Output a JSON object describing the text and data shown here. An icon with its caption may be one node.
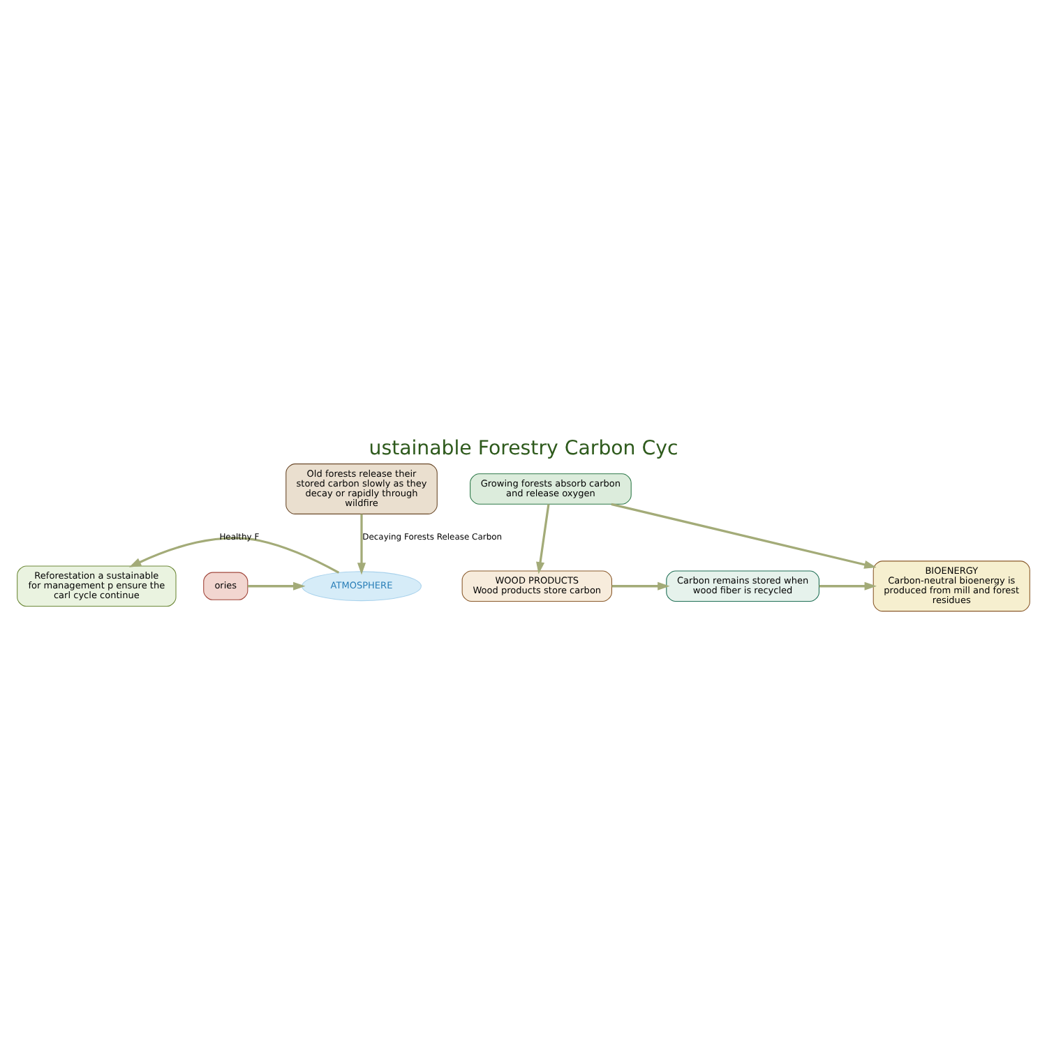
{
  "diagram": {
    "title": "ustainable Forestry Carbon Cyc",
    "nodes": [
      {
        "text": [
          "ATMOSPHERE"
        ]
      },
      {
        "text": [
          "WOOD PRODUCTS",
          "Wood products store carbon"
        ]
      },
      {
        "text": [
          "Carbon remains stored when wood fiber is recycled"
        ]
      },
      {
        "text": [
          "BIOENERGY",
          "Carbon-neutral bioenergy is produced from mill and forest residues"
        ]
      },
      {
        "text": [
          "ories"
        ]
      },
      {
        "text": [
          "Old forests release their stored carbon slowly as they decay or rapidly through wildfire"
        ]
      },
      {
        "text": [
          "Growing forests absorb carbon and release oxygen"
        ]
      },
      {
        "text": [
          "Reforestation a sustainable for management p ensure the carl cycle continue"
        ]
      }
    ],
    "edges": [
      {
        "from": 4,
        "to": 0,
        "arrow": "to"
      },
      {
        "from": 5,
        "to": 0,
        "arrow": "to",
        "label": "Decaying Forests Release Carbon"
      },
      {
        "from": 0,
        "to": 7,
        "arrow": "to",
        "label": "Healthy F"
      },
      {
        "from": 1,
        "to": 2,
        "arrow": "to"
      },
      {
        "from": 2,
        "to": 3,
        "arrow": "to"
      },
      {
        "from": 6,
        "to": 1,
        "arrow": "to"
      },
      {
        "from": 6,
        "to": 3,
        "arrow": "to"
      }
    ]
  }
}
